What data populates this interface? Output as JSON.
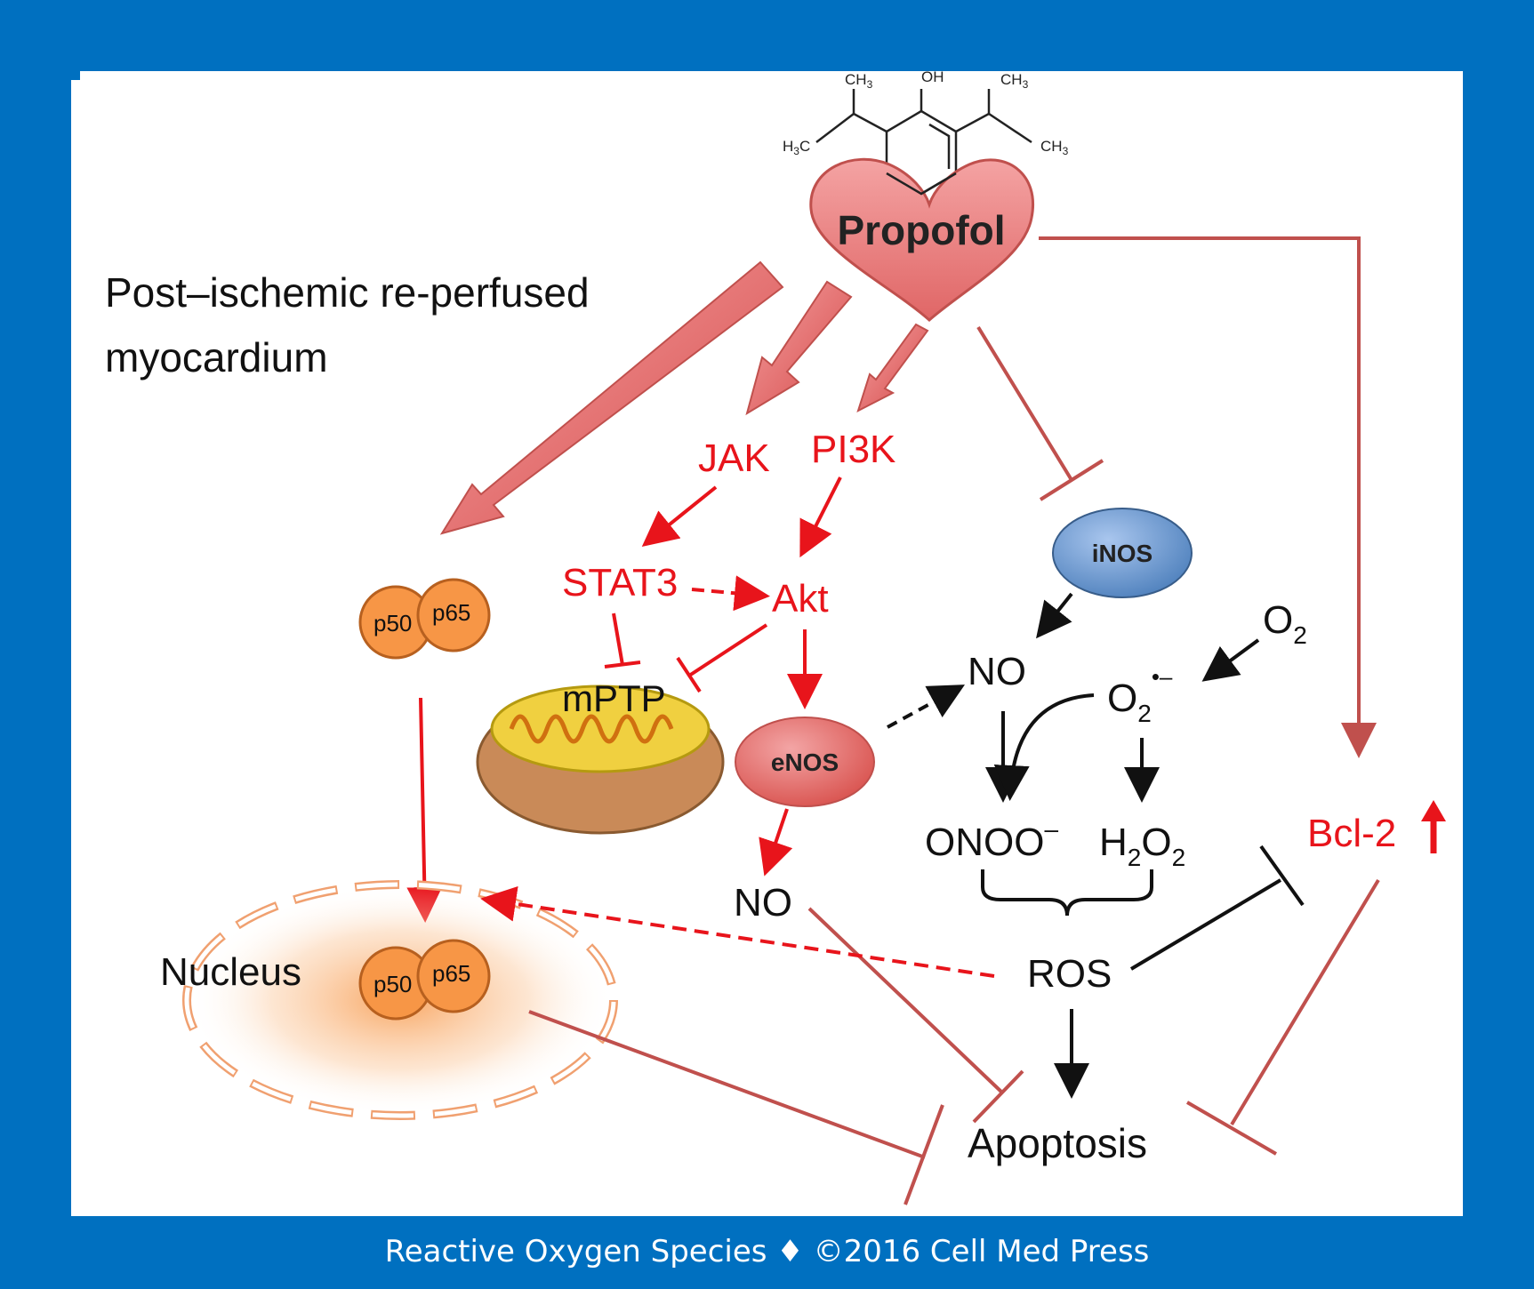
{
  "title": "Post–ischemic re-perfused myocardium",
  "title_lines": [
    "Post–ischemic re-perfused",
    "myocardium"
  ],
  "footer": "Reactive Oxygen Species ♦ ©2016 Cell Med Press",
  "propofol": {
    "label": "Propofol",
    "structure_labels": {
      "ch3_left_top": "CH",
      "ch3_right_top": "CH",
      "oh": "OH",
      "h3c": "H",
      "ch3_right": "CH",
      "sub3": "3",
      "sub_c": "C"
    }
  },
  "nodes": {
    "jak": "JAK",
    "pi3k": "PI3K",
    "stat3": "STAT3",
    "akt": "Akt",
    "mptp": "mPTP",
    "enos": "eNOS",
    "inos": "iNOS",
    "no_top": "NO",
    "no_bottom": "NO",
    "o2": "O",
    "o2_sub": "2",
    "superoxide": "O",
    "superoxide_sub": "2",
    "superoxide_sup": "•–",
    "onoo": "ONOO",
    "onoo_sup": "–",
    "h2o2_h": "H",
    "h2o2_sub1": "2",
    "h2o2_o": "O",
    "h2o2_sub2": "2",
    "ros": "ROS",
    "bcl2": "Bcl-2",
    "apoptosis": "Apoptosis",
    "nucleus": "Nucleus",
    "p50_cyto": "p50",
    "p65_cyto": "p65",
    "p50_nuc": "p50",
    "p65_nuc": "p65"
  },
  "colors": {
    "frame": "#0070c0",
    "activation_red": "#e8141b",
    "inhibition": "#c0504d",
    "black": "#111111",
    "heart_fill": "#e8787a",
    "orange_circle": "#f79646",
    "inos_blue": "#4f81bd",
    "enos_red": "#e06666"
  }
}
